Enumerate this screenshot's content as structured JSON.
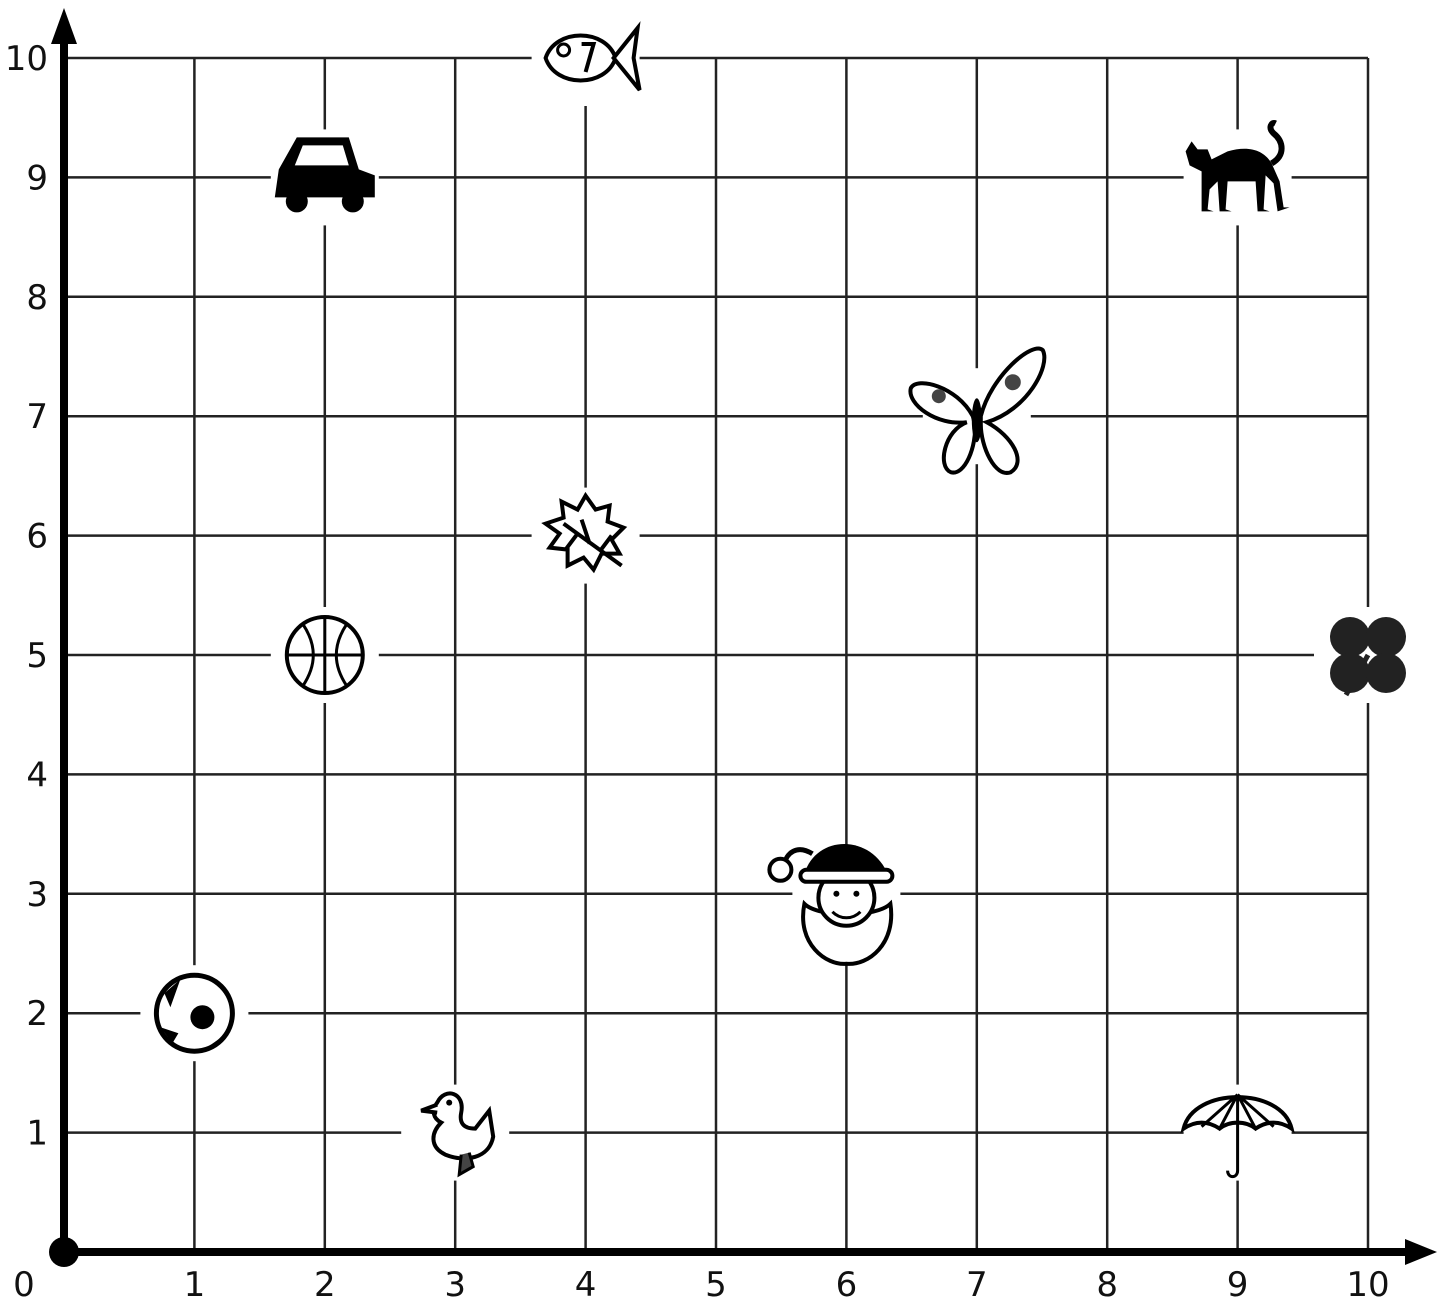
{
  "chart_data": {
    "type": "scatter",
    "title": "",
    "xlabel": "",
    "ylabel": "",
    "xlim": [
      0,
      10
    ],
    "ylim": [
      0,
      10
    ],
    "grid": true,
    "x_ticks": [
      "0",
      "1",
      "2",
      "3",
      "4",
      "5",
      "6",
      "7",
      "8",
      "9",
      "10"
    ],
    "y_ticks": [
      "1",
      "2",
      "3",
      "4",
      "5",
      "6",
      "7",
      "8",
      "9",
      "10"
    ],
    "points": [
      {
        "icon": "fish-icon",
        "x": 4,
        "y": 10
      },
      {
        "icon": "car-icon",
        "x": 2,
        "y": 9
      },
      {
        "icon": "cat-icon",
        "x": 9,
        "y": 9
      },
      {
        "icon": "butterfly-icon",
        "x": 7,
        "y": 7
      },
      {
        "icon": "leaf-icon",
        "x": 4,
        "y": 6
      },
      {
        "icon": "basketball-icon",
        "x": 2,
        "y": 5
      },
      {
        "icon": "clover-icon",
        "x": 10,
        "y": 5
      },
      {
        "icon": "santa-icon",
        "x": 6,
        "y": 3
      },
      {
        "icon": "soccer-ball-icon",
        "x": 1,
        "y": 2
      },
      {
        "icon": "duck-icon",
        "x": 3,
        "y": 1
      },
      {
        "icon": "umbrella-icon",
        "x": 9,
        "y": 1
      }
    ]
  }
}
